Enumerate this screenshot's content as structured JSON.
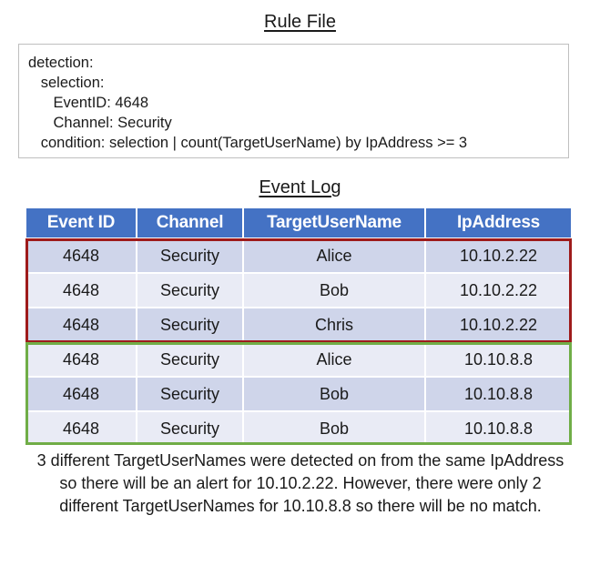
{
  "rule_section": {
    "title": "Rule File",
    "lines": [
      "detection:",
      "   selection:",
      "      EventID: 4648",
      "      Channel: Security",
      "   condition: selection | count(TargetUserName) by IpAddress >= 3"
    ]
  },
  "eventlog_section": {
    "title": "Event Log",
    "columns": [
      "Event ID",
      "Channel",
      "TargetUserName",
      "IpAddress"
    ],
    "rows": [
      [
        "4648",
        "Security",
        "Alice",
        "10.10.2.22"
      ],
      [
        "4648",
        "Security",
        "Bob",
        "10.10.2.22"
      ],
      [
        "4648",
        "Security",
        "Chris",
        "10.10.2.22"
      ],
      [
        "4648",
        "Security",
        "Alice",
        "10.10.8.8"
      ],
      [
        "4648",
        "Security",
        "Bob",
        "10.10.8.8"
      ],
      [
        "4648",
        "Security",
        "Bob",
        "10.10.8.8"
      ]
    ]
  },
  "highlights": {
    "match_group_color": "#9e1b1b",
    "nomatch_group_color": "#70AD47"
  },
  "caption": {
    "text": "3 different TargetUserNames were detected on from the same IpAddress so there will be an alert for 10.10.2.22. However, there were only 2 different TargetUserNames for 10.10.8.8 so there will be no match."
  },
  "colors": {
    "header_blue": "#4472C4",
    "row_dark": "#cfd5ea",
    "row_light": "#e9ebf5",
    "box_border": "#bfbfbf"
  }
}
